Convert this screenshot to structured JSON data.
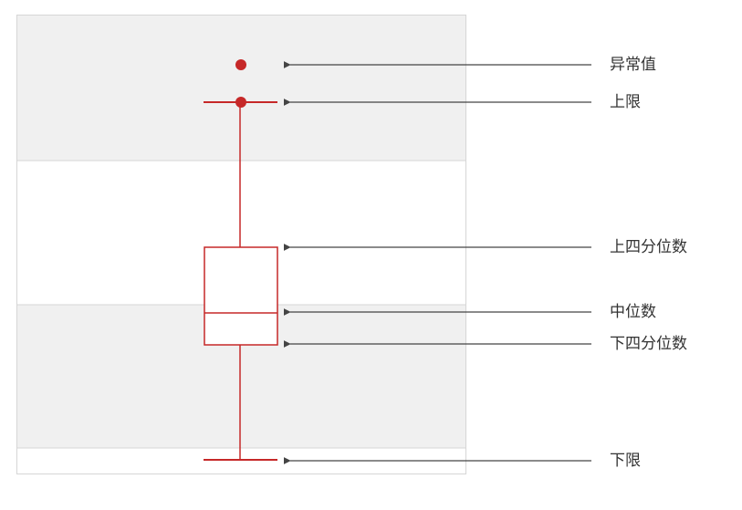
{
  "labels": {
    "outlier": "异常值",
    "upper_limit": "上限",
    "upper_quartile": "上四分位数",
    "median": "中位数",
    "lower_quartile": "下四分位数",
    "lower_limit": "下限"
  },
  "colors": {
    "accent": "#c62828",
    "band": "#f0f0f0",
    "border": "#d6d6d6",
    "arrow": "#444444",
    "text": "#333333"
  }
}
